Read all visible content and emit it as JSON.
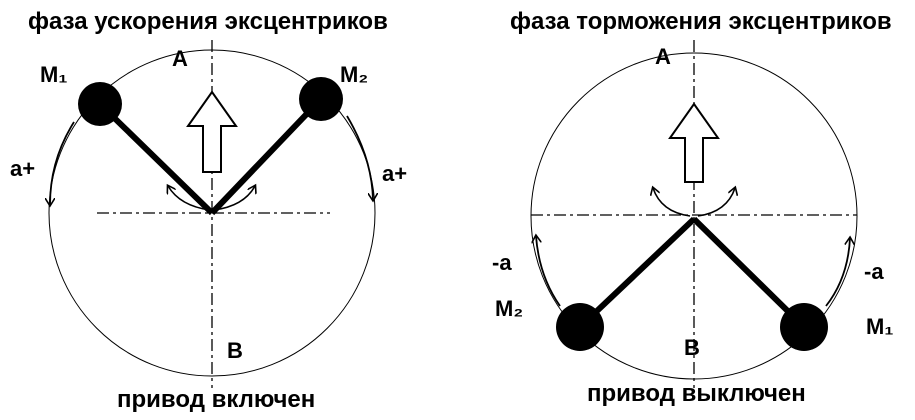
{
  "left_panel": {
    "title": "фаза ускорения эксцентриков",
    "caption": "привод включен",
    "top_point": "A",
    "bottom_point": "B",
    "mass_left": "M₁",
    "mass_right": "M₂",
    "accel_left": "a+",
    "accel_right": "a+"
  },
  "right_panel": {
    "title": "фаза торможения эксцентриков",
    "caption": "привод выключен",
    "top_point": "A",
    "bottom_point": "B",
    "mass_left": "M₂",
    "mass_right": "M₁",
    "accel_left": "-a",
    "accel_right": "-a"
  }
}
